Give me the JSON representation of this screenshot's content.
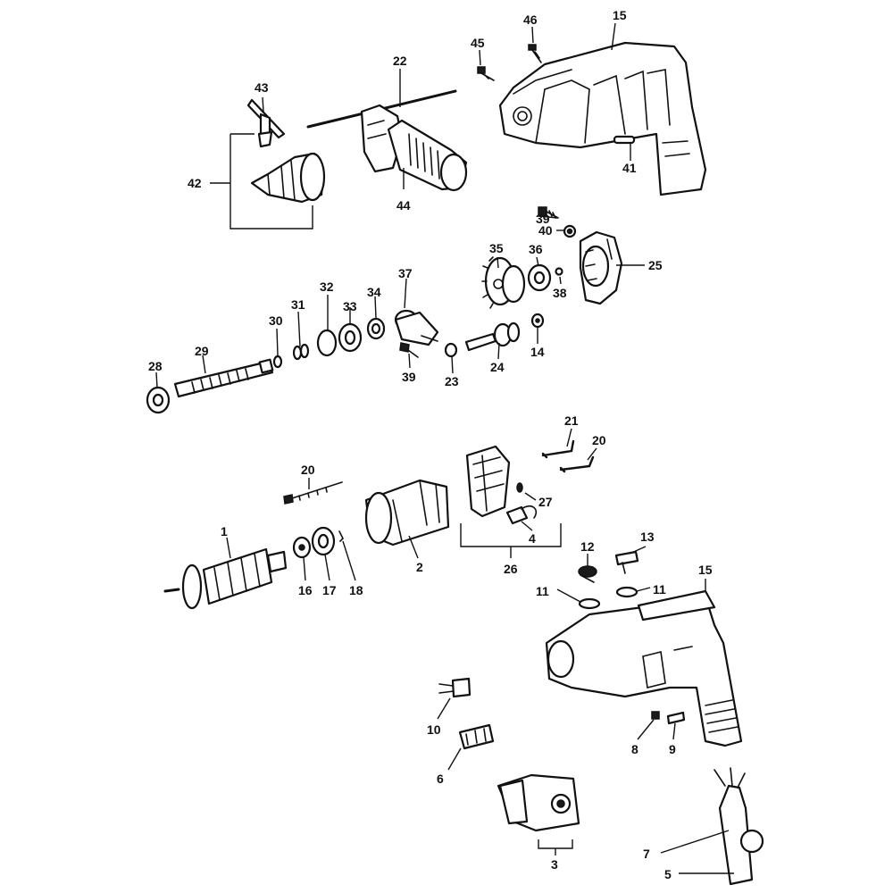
{
  "callouts": {
    "c15_top": "15",
    "c46": "46",
    "c45": "45",
    "c22": "22",
    "c43": "43",
    "c42": "42",
    "c44": "44",
    "c41": "41",
    "c39_top": "39",
    "c40": "40",
    "c35": "35",
    "c36": "36",
    "c25": "25",
    "c38": "38",
    "c32": "32",
    "c37": "37",
    "c31": "31",
    "c33": "33",
    "c34": "34",
    "c30": "30",
    "c29": "29",
    "c28": "28",
    "c39_mid": "39",
    "c23": "23",
    "c24": "24",
    "c14": "14",
    "c21": "21",
    "c20_right": "20",
    "c20_left": "20",
    "c27": "27",
    "c4": "4",
    "c26": "26",
    "c1": "1",
    "c16": "16",
    "c17": "17",
    "c18": "18",
    "c2": "2",
    "c12": "12",
    "c13": "13",
    "c11_left": "11",
    "c11_right": "11",
    "c15_bottom": "15",
    "c10": "10",
    "c6": "6",
    "c8": "8",
    "c9": "9",
    "c3": "3",
    "c7": "7",
    "c5": "5"
  }
}
